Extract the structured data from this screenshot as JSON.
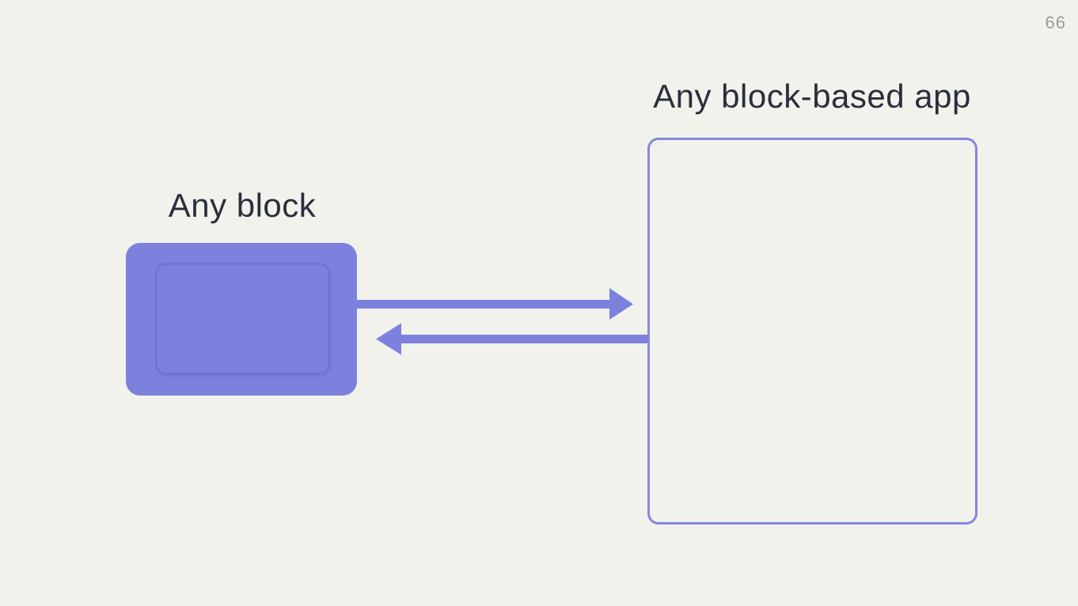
{
  "page": {
    "number": "66"
  },
  "diagram": {
    "block_label": "Any block",
    "app_label": "Any block-based app"
  },
  "colors": {
    "background": "#f1f2ec",
    "purple": "#7d81de",
    "app_border": "#8488dc",
    "text": "#2b2e3c",
    "page_number": "#9b9b9b"
  }
}
